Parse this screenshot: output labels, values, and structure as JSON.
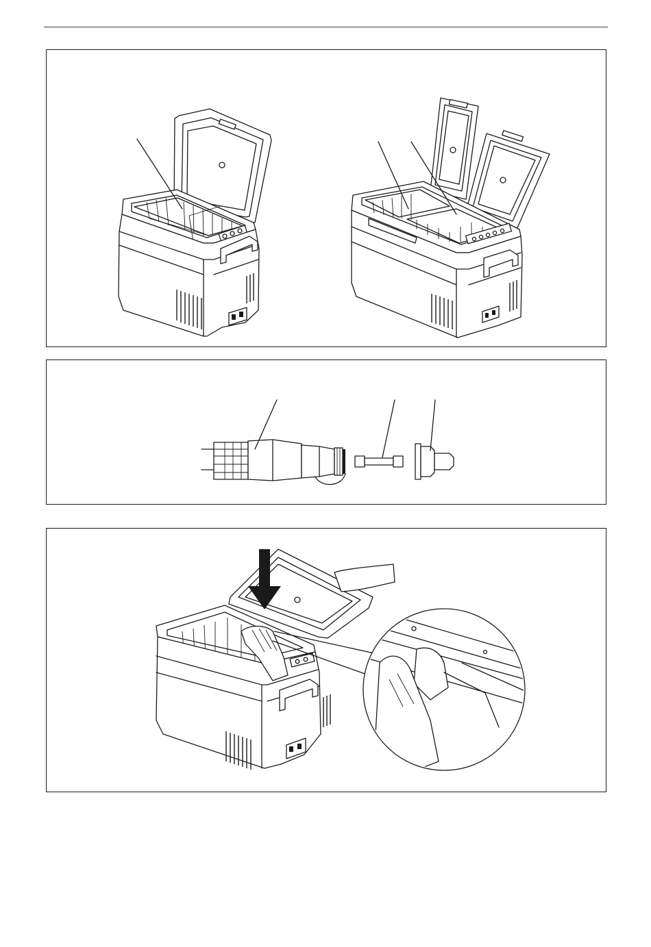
{
  "page": {
    "rule_color": "#b3b3b3",
    "frame_color": "#1a1a1a"
  },
  "figures": [
    {
      "id": "fig1",
      "illustrations": [
        "single-compartment-cooler-open-lid",
        "dual-compartment-cooler-open-lids"
      ],
      "callout_lines": 3
    },
    {
      "id": "fig2",
      "illustrations": [
        "dc-plug-disassembled",
        "fuse",
        "plug-tip"
      ],
      "callout_lines": 5
    },
    {
      "id": "fig3",
      "illustrations": [
        "cooler-lid-removal",
        "hand-pressing-hinge-detail-magnified"
      ],
      "callout_lines": 0
    }
  ]
}
